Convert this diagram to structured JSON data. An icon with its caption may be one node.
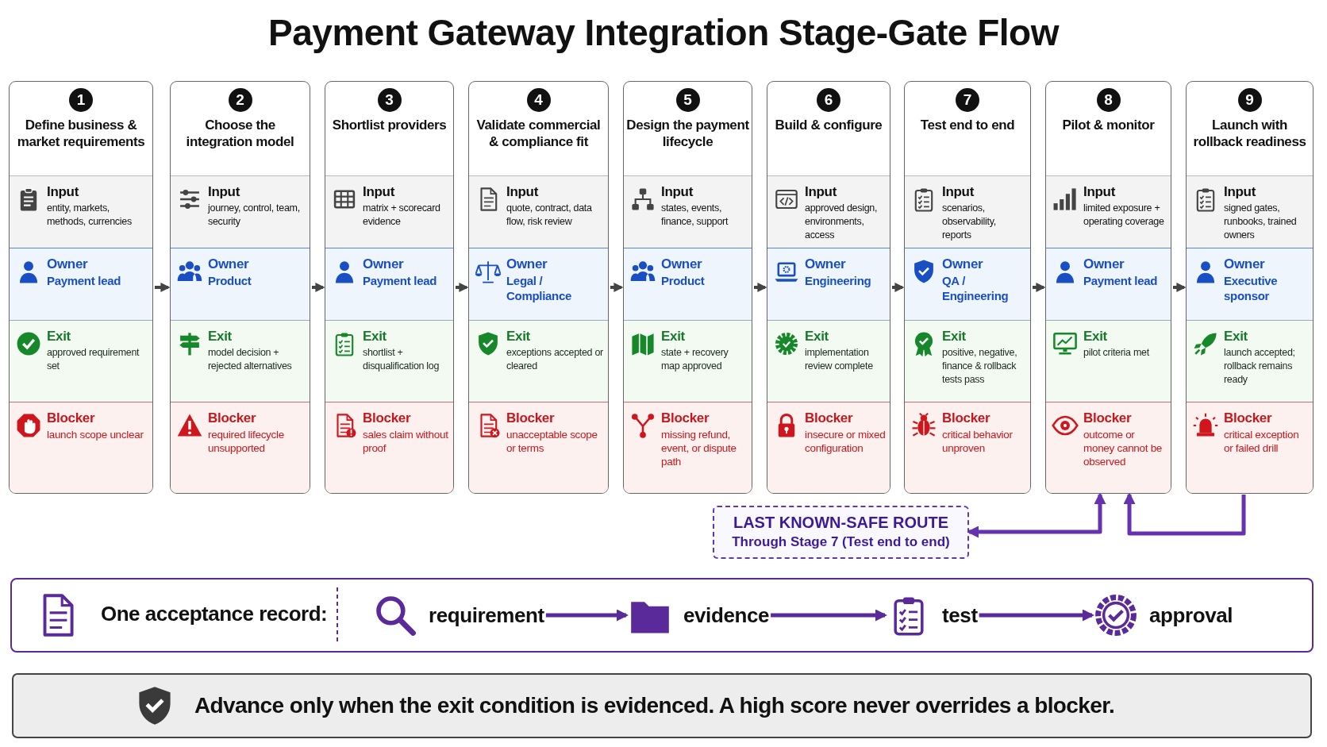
{
  "diagram": {
    "title": "Payment Gateway Integration Stage-Gate Flow",
    "nodes": [
      {
        "text": [
          "1",
          "Define business & market requirements"
        ]
      },
      {
        "in": 0,
        "text": [
          "Input",
          "entity, markets, methods, currencies"
        ]
      },
      {
        "in": 0,
        "text": [
          "Owner",
          "Payment lead"
        ]
      },
      {
        "in": 0,
        "text": [
          "Exit",
          "approved requirement set"
        ]
      },
      {
        "in": 0,
        "text": [
          "Blocker",
          "launch scope unclear"
        ]
      },
      {
        "text": [
          "2",
          "Choose the integration model"
        ]
      },
      {
        "in": 5,
        "text": [
          "Input",
          "journey, control, team, security"
        ]
      },
      {
        "in": 5,
        "text": [
          "Owner",
          "Product"
        ]
      },
      {
        "in": 5,
        "text": [
          "Exit",
          "model decision + rejected alternatives"
        ]
      },
      {
        "in": 5,
        "text": [
          "Blocker",
          "required lifecycle unsupported"
        ]
      },
      {
        "text": [
          "3",
          "Shortlist providers"
        ]
      },
      {
        "in": 10,
        "text": [
          "Input",
          "matrix + scorecard evidence"
        ]
      },
      {
        "in": 10,
        "text": [
          "Owner",
          "Payment lead"
        ]
      },
      {
        "in": 10,
        "text": [
          "Exit",
          "shortlist + disqualification log"
        ]
      },
      {
        "in": 10,
        "text": [
          "Blocker",
          "sales claim without proof"
        ]
      },
      {
        "text": [
          "4",
          "Validate commercial & compliance fit"
        ]
      },
      {
        "in": 15,
        "text": [
          "Input",
          "quote, contract, data flow, risk review"
        ]
      },
      {
        "in": 15,
        "text": [
          "Owner",
          "Legal / Compliance"
        ]
      },
      {
        "in": 15,
        "text": [
          "Exit",
          "exceptions accepted or cleared"
        ]
      },
      {
        "in": 15,
        "text": [
          "Blocker",
          "unacceptable scope or terms"
        ]
      },
      {
        "text": [
          "5",
          "Design the payment lifecycle"
        ]
      },
      {
        "in": 20,
        "text": [
          "Input",
          "states, events, finance, support"
        ]
      },
      {
        "in": 20,
        "text": [
          "Owner",
          "Product"
        ]
      },
      {
        "in": 20,
        "text": [
          "Exit",
          "state + recovery map approved"
        ]
      },
      {
        "in": 20,
        "text": [
          "Blocker",
          "missing refund, event, or dispute path"
        ]
      },
      {
        "text": [
          "6",
          "Build & configure"
        ]
      },
      {
        "in": 25,
        "text": [
          "Input",
          "approved design, environments, access"
        ]
      },
      {
        "in": 25,
        "text": [
          "Owner",
          "Engineering"
        ]
      },
      {
        "in": 25,
        "text": [
          "Exit",
          "implementation review complete"
        ]
      },
      {
        "in": 25,
        "text": [
          "Blocker",
          "insecure or mixed configuration"
        ]
      },
      {
        "text": [
          "7",
          "Test end to end"
        ]
      },
      {
        "in": 30,
        "text": [
          "Input",
          "scenarios, observability, reports"
        ]
      },
      {
        "in": 30,
        "text": [
          "Owner",
          "QA / Engineering"
        ]
      },
      {
        "in": 30,
        "text": [
          "Exit",
          "positive, negative, finance & rollback tests pass"
        ]
      },
      {
        "in": 30,
        "text": [
          "Blocker",
          "critical behavior unproven"
        ]
      },
      {
        "text": [
          "8",
          "Pilot & monitor"
        ]
      },
      {
        "in": 35,
        "text": [
          "Input",
          "limited exposure + operating coverage"
        ]
      },
      {
        "in": 35,
        "text": [
          "Owner",
          "Payment lead"
        ]
      },
      {
        "in": 35,
        "text": [
          "Exit",
          "pilot criteria met"
        ]
      },
      {
        "in": 35,
        "text": [
          "Blocker",
          "outcome or money cannot be observed"
        ]
      },
      {
        "text": [
          "9",
          "Launch with rollback readiness"
        ]
      },
      {
        "in": 40,
        "text": [
          "Input",
          "signed gates, runbooks, trained owners"
        ]
      },
      {
        "in": 40,
        "text": [
          "Owner",
          "Executive sponsor"
        ]
      },
      {
        "in": 40,
        "text": [
          "Exit",
          "launch accepted; rollback remains ready"
        ]
      },
      {
        "in": 40,
        "text": [
          "Blocker",
          "critical exception or failed drill"
        ]
      },
      {
        "text": [
          "LAST KNOWN-SAFE ROUTE",
          "Through Stage 7 (Test end to end)"
        ]
      },
      {
        "text": [
          "One acceptance record:"
        ]
      },
      {
        "in": 46,
        "text": [
          "requirement"
        ]
      },
      {
        "in": 46,
        "text": [
          "evidence"
        ]
      },
      {
        "in": 46,
        "text": [
          "test"
        ]
      },
      {
        "in": 46,
        "text": [
          "approval"
        ]
      },
      {
        "text": [
          "Advance only when the exit condition is evidenced. A high score never overrides a blocker."
        ]
      }
    ],
    "edges": [
      {
        "from": 0,
        "to": 5,
        "arrow": "to"
      },
      {
        "from": 5,
        "to": 10,
        "arrow": "to"
      },
      {
        "from": 10,
        "to": 15,
        "arrow": "to"
      },
      {
        "from": 15,
        "to": 20,
        "arrow": "to"
      },
      {
        "from": 20,
        "to": 25,
        "arrow": "to"
      },
      {
        "from": 25,
        "to": 30,
        "arrow": "to"
      },
      {
        "from": 30,
        "to": 35,
        "arrow": "to"
      },
      {
        "from": 35,
        "to": 40,
        "arrow": "to"
      },
      {
        "from": 44,
        "to": 39,
        "arrow": "to",
        "color": "#6633b0"
      },
      {
        "from": 39,
        "to": 45,
        "arrow": "both",
        "color": "#6633b0"
      },
      {
        "from": 47,
        "to": 48,
        "arrow": "to",
        "color": "#5b2a9a"
      },
      {
        "from": 48,
        "to": 49,
        "arrow": "to",
        "color": "#5b2a9a"
      },
      {
        "from": 49,
        "to": 50,
        "arrow": "to",
        "color": "#5b2a9a"
      }
    ]
  }
}
